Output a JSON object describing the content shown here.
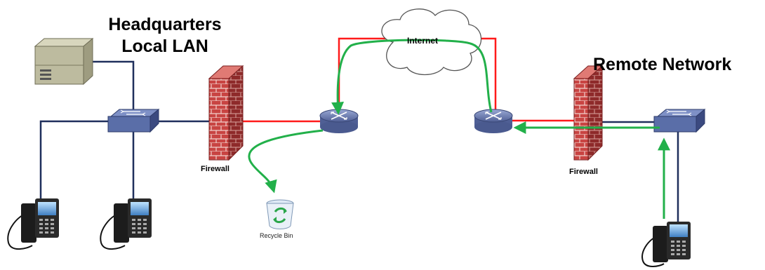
{
  "labels": {
    "hq_line1": "Headquarters",
    "hq_line2": "Local LAN",
    "remote": "Remote Network",
    "firewall_left": "Firewall",
    "firewall_right": "Firewall",
    "internet": "Internet",
    "recycle_bin": "Recycle Bin"
  },
  "colors": {
    "lan_link": "#1f2f5c",
    "wan_link": "#ff1a1a",
    "traffic_path": "#22b04a",
    "firewall_brick": "#c0393b",
    "switch_body": "#5a6ea8",
    "router_body": "#6f7fb0"
  },
  "icons": [
    "server-icon",
    "switch-icon",
    "firewall-icon",
    "router-icon",
    "cloud-icon",
    "ip-phone-icon",
    "recycle-bin-icon"
  ]
}
